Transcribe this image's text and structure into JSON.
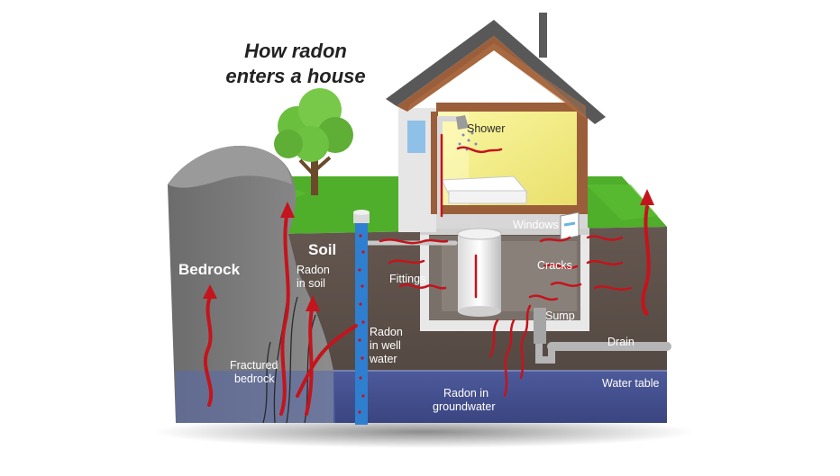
{
  "title": {
    "line1": "How radon",
    "line2": "enters a house"
  },
  "labels": {
    "shower": "Shower",
    "windows": "Windows",
    "soil": "Soil",
    "bedrock": "Bedrock",
    "radon_in_soil_1": "Radon",
    "radon_in_soil_2": "in soil",
    "fittings": "Fittings",
    "cracks": "Cracks",
    "sump": "Sump",
    "drain": "Drain",
    "radon_well_1": "Radon",
    "radon_well_2": "in well",
    "radon_well_3": "water",
    "fractured_1": "Fractured",
    "fractured_2": "bedrock",
    "water_table": "Water table",
    "groundwater_1": "Radon in",
    "groundwater_2": "groundwater"
  },
  "colors": {
    "radon_arrow": "#c4141c",
    "grass": "#4fae2a",
    "soil": "#5b4f48",
    "bedrock": "#7c7c7c",
    "groundwater": "#44508f",
    "well_pipe": "#2f7fd0",
    "room_light": "#f3f08a"
  }
}
